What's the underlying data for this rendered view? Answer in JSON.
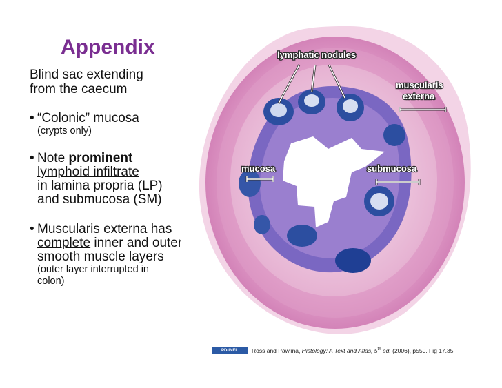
{
  "slide": {
    "title": "Appendix",
    "intro": [
      "Blind sac extending",
      "from the caecum"
    ],
    "b1": {
      "text": "“Colonic” mucosa",
      "sub": "(crypts only)"
    },
    "b2": {
      "pre": "Note ",
      "bold": "prominent",
      "line2": "lymphoid infiltrate",
      "line3": "in lamina propria (LP)",
      "line4": "and submucosa (SM)"
    },
    "b3": {
      "line1": "Muscularis externa has",
      "line2u": "complete",
      "line2rest": " inner and outer",
      "line3": "smooth muscle layers",
      "sub1": "(outer layer interrupted in",
      "sub2": "colon)"
    },
    "bullet_char": "•"
  },
  "figure": {
    "labels": {
      "nodules": "lymphatic nodules",
      "muscularis1": "muscularis",
      "muscularis2": "externa",
      "mucosa": "mucosa",
      "submucosa": "submucosa"
    },
    "colors": {
      "muscle": "#d98fc0",
      "submucosa": "#ecc3dd",
      "mucosa": "#6a5ab8",
      "nodule": "#2c4ea0",
      "lumen": "#ffffff"
    }
  },
  "citation": {
    "badge": "PD-INEL",
    "pre": "Ross and Pawlina, ",
    "italic": "Histology: A Text and Atlas, 5",
    "sup": "th",
    "italic2": " ed.",
    "post": " (2006), p550. Fig 17.35"
  }
}
